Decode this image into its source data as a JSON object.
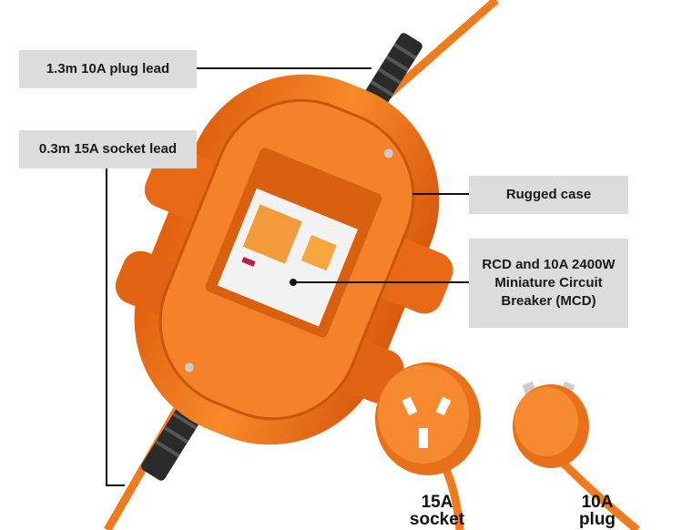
{
  "labels": {
    "plug_lead": "1.3m 10A plug lead",
    "socket_lead": "0.3m 15A socket lead",
    "rugged_case": "Rugged case",
    "rcd_mcb": "RCD and 10A 2400W Miniature Circuit Breaker (MCD)"
  },
  "captions": {
    "socket": [
      "15A",
      "socket"
    ],
    "plug": [
      "10A",
      "plug"
    ]
  },
  "colors": {
    "accent": "#f07a1e",
    "label_bg": "#dcdcdc"
  }
}
